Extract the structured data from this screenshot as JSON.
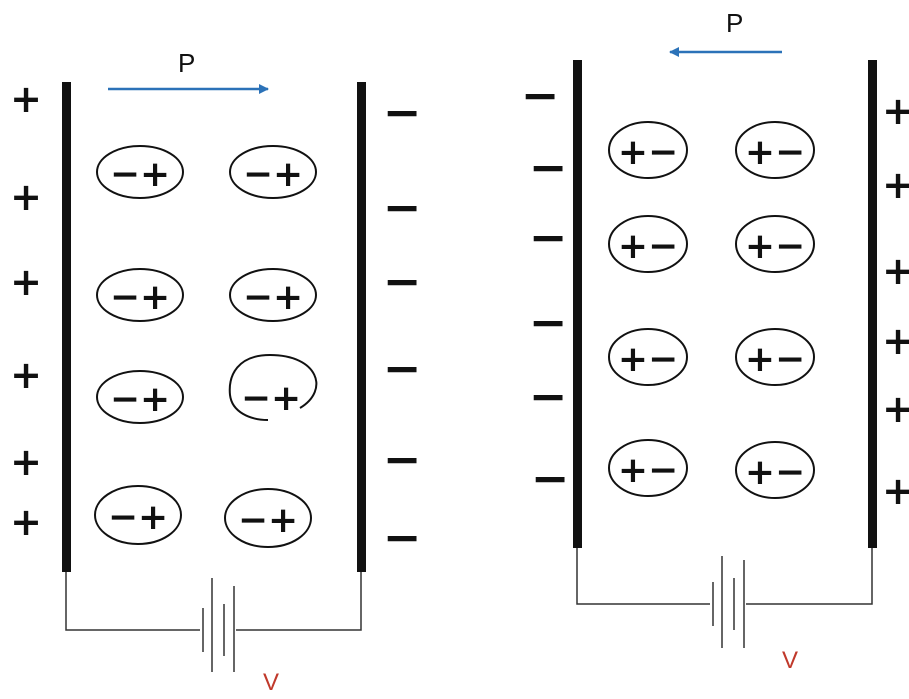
{
  "colors": {
    "arrow": "#2b72b8",
    "voltage": "#c0392b",
    "ink": "#111111"
  },
  "left_panel": {
    "polarization_label": "P",
    "voltage_label": "V",
    "left_plate_charges": [
      "+",
      "+",
      "+",
      "+",
      "+",
      "+"
    ],
    "right_plate_charges": [
      "−",
      "−",
      "−",
      "−",
      "−",
      "−"
    ],
    "dipole_text": "−+",
    "dipole_count": 8
  },
  "right_panel": {
    "polarization_label": "P",
    "voltage_label": "V",
    "left_plate_charges": [
      "−",
      "−",
      "−",
      "−",
      "−",
      "−"
    ],
    "right_plate_charges": [
      "+",
      "+",
      "+",
      "+",
      "+",
      "+"
    ],
    "dipole_text": "+−",
    "dipole_count": 8
  }
}
